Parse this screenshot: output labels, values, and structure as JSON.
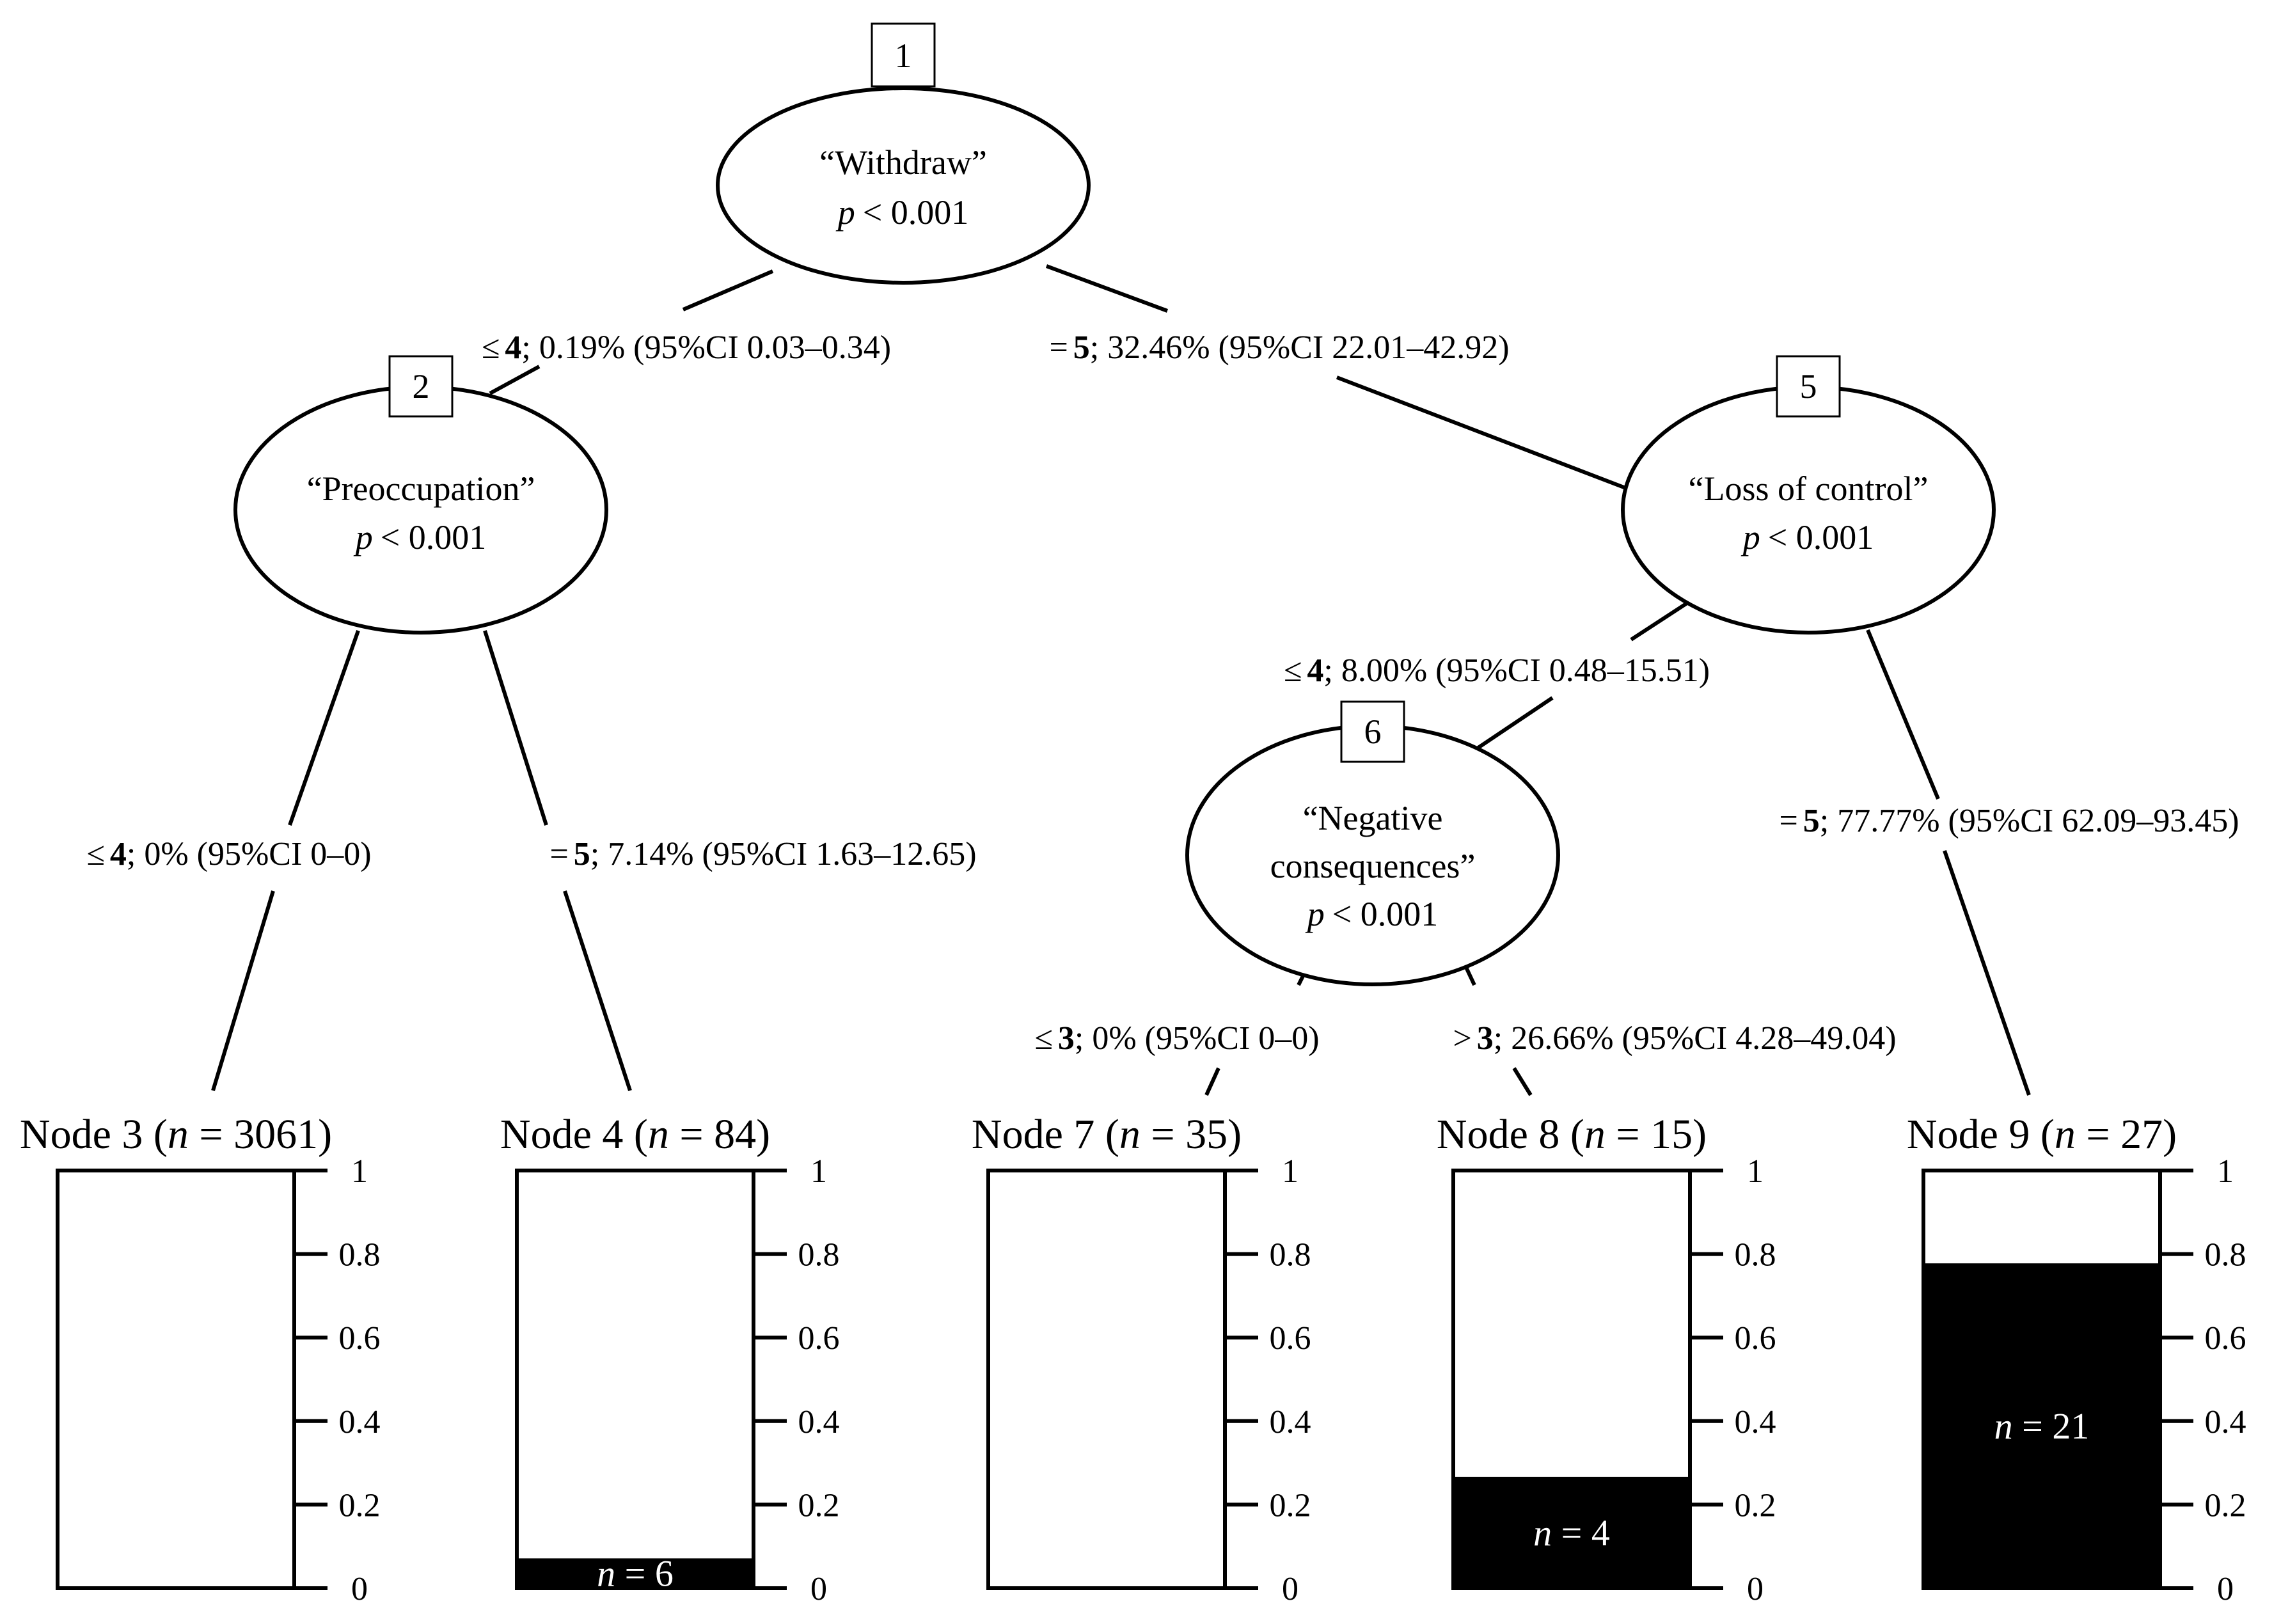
{
  "inner_nodes": [
    {
      "id": "1",
      "name": "“Withdraw”",
      "lines": [
        "“Withdraw”"
      ],
      "p": "< 0.001"
    },
    {
      "id": "2",
      "name": "“Preoccupation”",
      "lines": [
        "“Preoccupation”"
      ],
      "p": "< 0.001"
    },
    {
      "id": "5",
      "name": "“Loss of control”",
      "lines": [
        "“Loss of control”"
      ],
      "p": "< 0.001"
    },
    {
      "id": "6",
      "name": "“Negative consequences”",
      "lines": [
        "“Negative",
        "consequences”"
      ],
      "p": "< 0.001"
    }
  ],
  "edges": [
    {
      "from": "1",
      "to": "2",
      "op": "≤",
      "cut": "4",
      "rest": "; 0.19% (95%CI 0.03–0.34)"
    },
    {
      "from": "1",
      "to": "5",
      "op": "=",
      "cut": "5",
      "rest": "; 32.46% (95%CI 22.01–42.92)"
    },
    {
      "from": "2",
      "to": "3",
      "op": "≤",
      "cut": "4",
      "rest": "; 0% (95%CI 0–0)"
    },
    {
      "from": "2",
      "to": "4",
      "op": "=",
      "cut": "5",
      "rest": "; 7.14% (95%CI 1.63–12.65)"
    },
    {
      "from": "5",
      "to": "6",
      "op": "≤",
      "cut": "4",
      "rest": "; 8.00% (95%CI 0.48–15.51)"
    },
    {
      "from": "5",
      "to": "9",
      "op": "=",
      "cut": "5",
      "rest": "; 77.77% (95%CI 62.09–93.45)"
    },
    {
      "from": "6",
      "to": "7",
      "op": "≤",
      "cut": "3",
      "rest": "; 0% (95%CI 0–0)"
    },
    {
      "from": "6",
      "to": "8",
      "op": ">",
      "cut": "3",
      "rest": "; 26.66% (95%CI 4.28–49.04)"
    }
  ],
  "leaves": [
    {
      "id": "3",
      "title": "Node 3",
      "n": "3061",
      "positive_fraction": 0.0,
      "bar_label": ""
    },
    {
      "id": "4",
      "title": "Node 4",
      "n": "84",
      "positive_fraction": 0.0714,
      "bar_label": "6"
    },
    {
      "id": "7",
      "title": "Node 7",
      "n": "35",
      "positive_fraction": 0.0,
      "bar_label": ""
    },
    {
      "id": "8",
      "title": "Node 8",
      "n": "15",
      "positive_fraction": 0.2666,
      "bar_label": "4"
    },
    {
      "id": "9",
      "title": "Node 9",
      "n": "27",
      "positive_fraction": 0.7777,
      "bar_label": "21"
    }
  ],
  "axis_ticks": [
    "0",
    "0.2",
    "0.4",
    "0.6",
    "0.8",
    "1"
  ],
  "colors": {
    "ink": "#000000",
    "paper": "#ffffff"
  }
}
